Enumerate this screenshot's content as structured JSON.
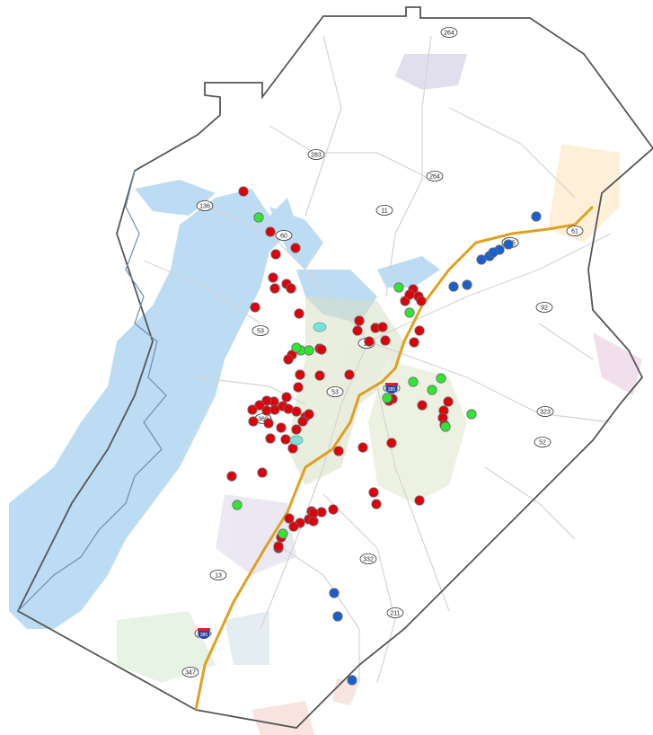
{
  "map": {
    "colors": {
      "water": "#bcdcf3",
      "county_boundary": "#555555",
      "interstate": "#e0a020",
      "roads": "#d4d4d4",
      "red_points": "#e0000a",
      "green_points": "#33e533",
      "blue_points": "#1a5fd0"
    },
    "route_labels": [
      "264",
      "283",
      "136",
      "264",
      "11",
      "60",
      "581",
      "53",
      "11",
      "53",
      "369",
      "52",
      "323",
      "92",
      "332",
      "13",
      "211",
      "347",
      "61",
      "585",
      "385",
      "385"
    ],
    "interstate_shield_labels": [
      "385",
      "385"
    ],
    "point_groups": [
      {
        "color_key": "red_points",
        "count": 80
      },
      {
        "color_key": "green_points",
        "count": 14
      },
      {
        "color_key": "blue_points",
        "count": 11
      }
    ]
  }
}
